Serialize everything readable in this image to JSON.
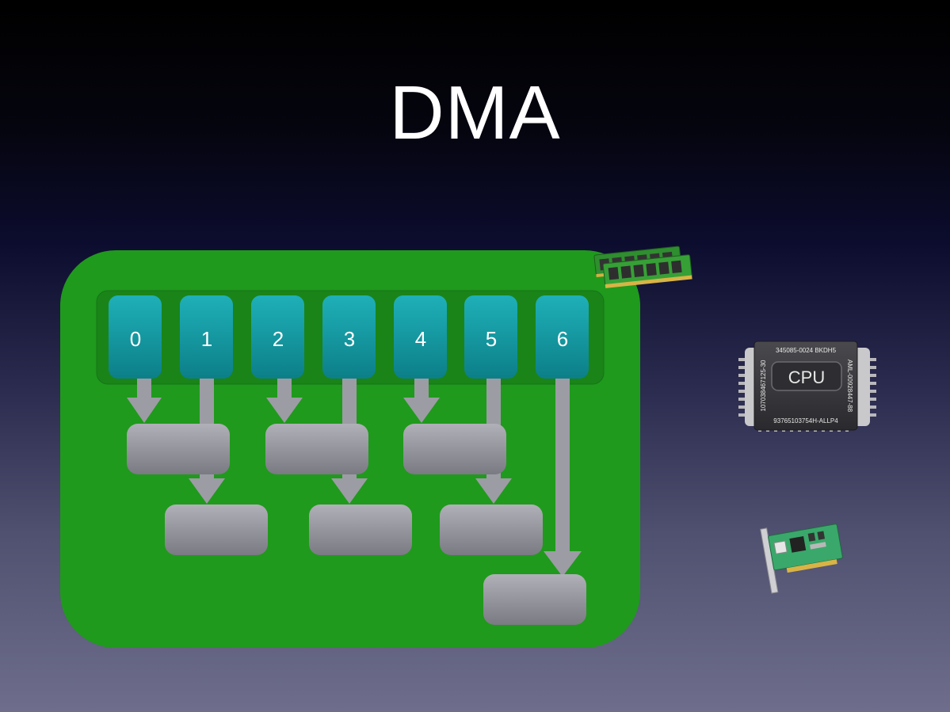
{
  "title": "DMA",
  "ring_slots": [
    "0",
    "1",
    "2",
    "3",
    "4",
    "5",
    "6"
  ],
  "cpu": {
    "label": "CPU",
    "top_code": "345085-0024 BKDH5",
    "left_code": "107038467125-30",
    "right_code": "AML-00928447-88",
    "bottom_code": "93765103754H-ALLP4"
  },
  "icons": [
    "ram-modules-icon",
    "cpu-chip-icon",
    "network-card-icon"
  ],
  "colors": {
    "board": "#1f9a1c",
    "slot": "#12939c",
    "buffer": "#8e8e96",
    "arrow": "#9c9ca4"
  }
}
